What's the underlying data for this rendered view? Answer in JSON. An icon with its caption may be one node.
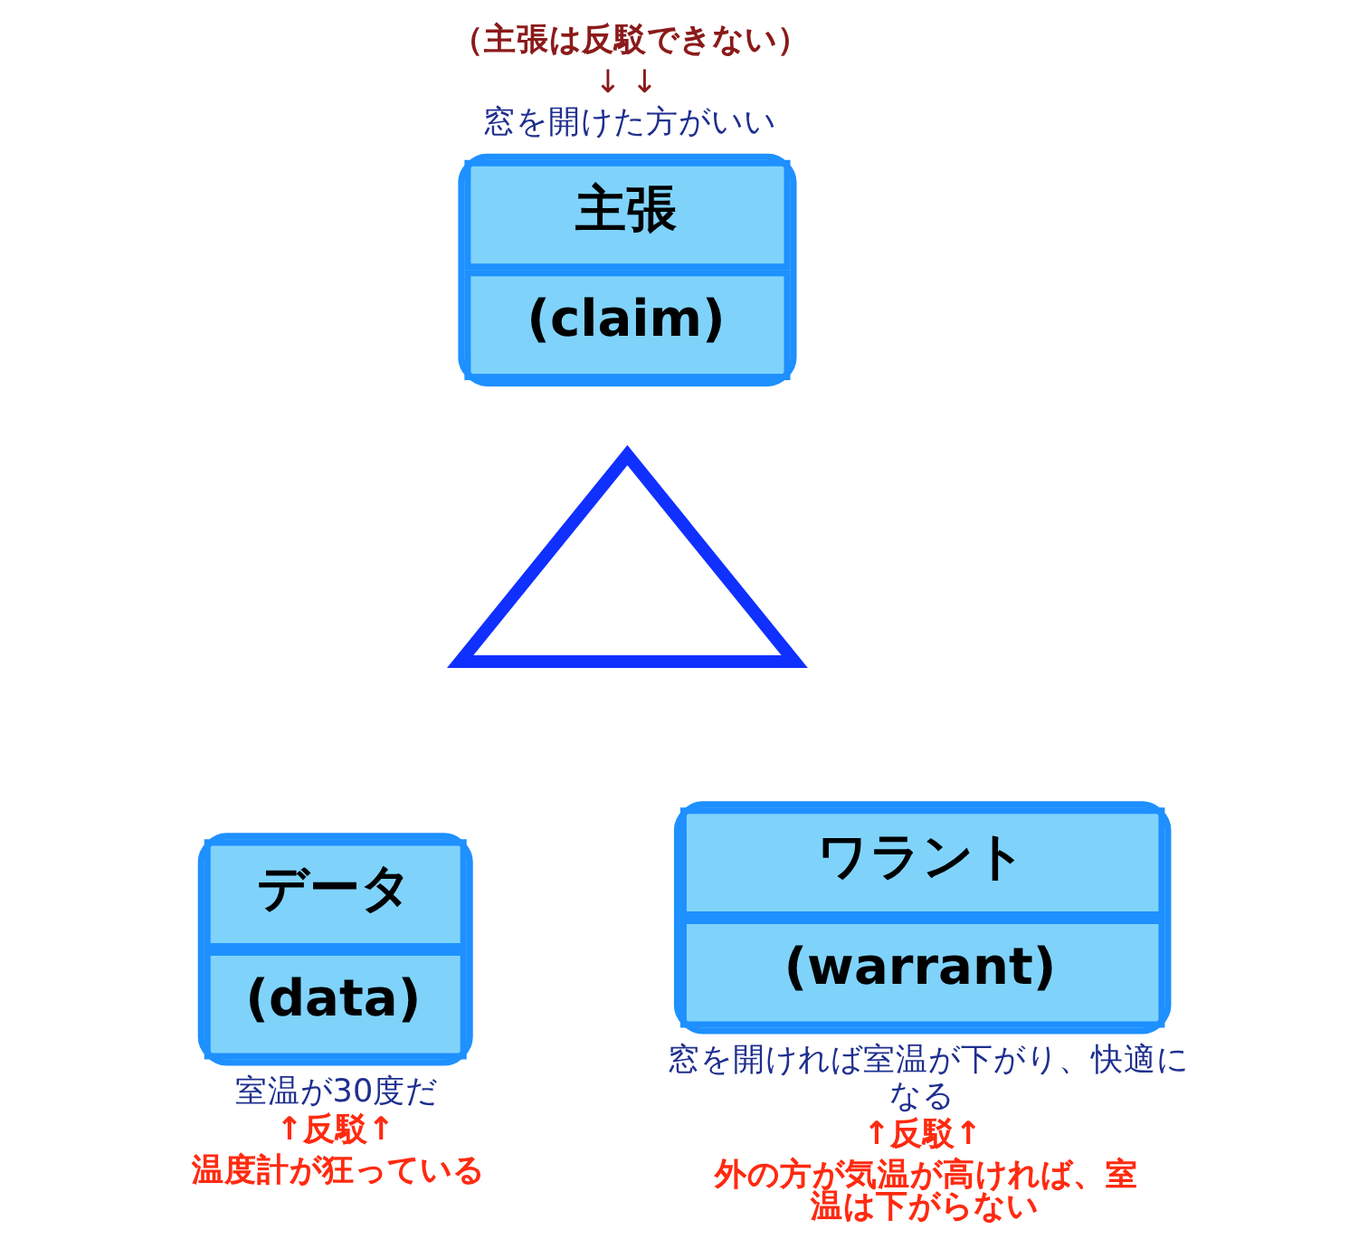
{
  "diagram": {
    "nodes": [
      {
        "text": [
          "主張",
          "(claim)"
        ],
        "beside": [
          "（主張は反駁できない）",
          "↓ ↓",
          "窓を開けた方がいい"
        ]
      },
      {
        "text": [
          "データ",
          "(data)"
        ],
        "beside": [
          "室温が30度だ",
          "↑反駁↑",
          "温度計が狂っている"
        ]
      },
      {
        "text": [
          "ワラント",
          "(warrant)"
        ],
        "beside": [
          "窓を開ければ室温が下がり、快適になる",
          "↑反駁↑",
          "外の方が気温が高ければ、室温は下がらない"
        ]
      },
      {
        "text": [],
        "shape": "triangle"
      }
    ],
    "edges": []
  }
}
